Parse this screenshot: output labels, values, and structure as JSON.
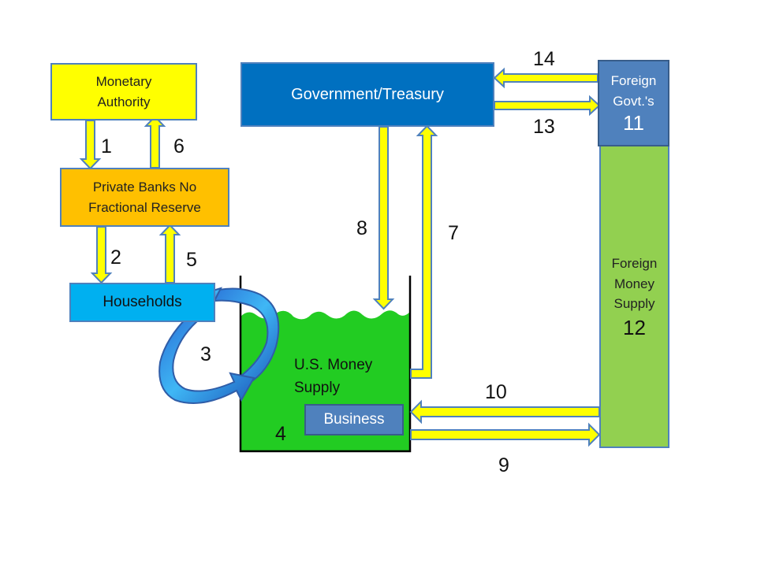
{
  "boxes": {
    "monetary_authority": "Monetary\nAuthority",
    "private_banks": "Private Banks No\nFractional Reserve",
    "households": "Households",
    "government": "Government/Treasury",
    "foreign_govts": "Foreign\nGovt.'s",
    "foreign_govts_num": "11",
    "foreign_money_supply": "Foreign\nMoney\nSupply",
    "foreign_money_supply_num": "12",
    "us_money_supply": "U.S. Money\nSupply",
    "business": "Business"
  },
  "flow_labels": {
    "f1": "1",
    "f2": "2",
    "f3": "3",
    "f4": "4",
    "f5": "5",
    "f6": "6",
    "f7": "7",
    "f8": "8",
    "f9": "9",
    "f10": "10",
    "f13": "13",
    "f14": "14"
  },
  "colors": {
    "yellow_box": "#ffff00",
    "orange_box": "#ffc000",
    "households_blue": "#00b0f0",
    "govt_blue": "#0070c0",
    "foreign_govt_blue": "#4f81bd",
    "foreign_green": "#92d050",
    "us_green": "#22cc22",
    "arrow_fill": "#ffff00",
    "arrow_stroke": "#4f81bd",
    "cycle_blue": "#1e90ff"
  }
}
